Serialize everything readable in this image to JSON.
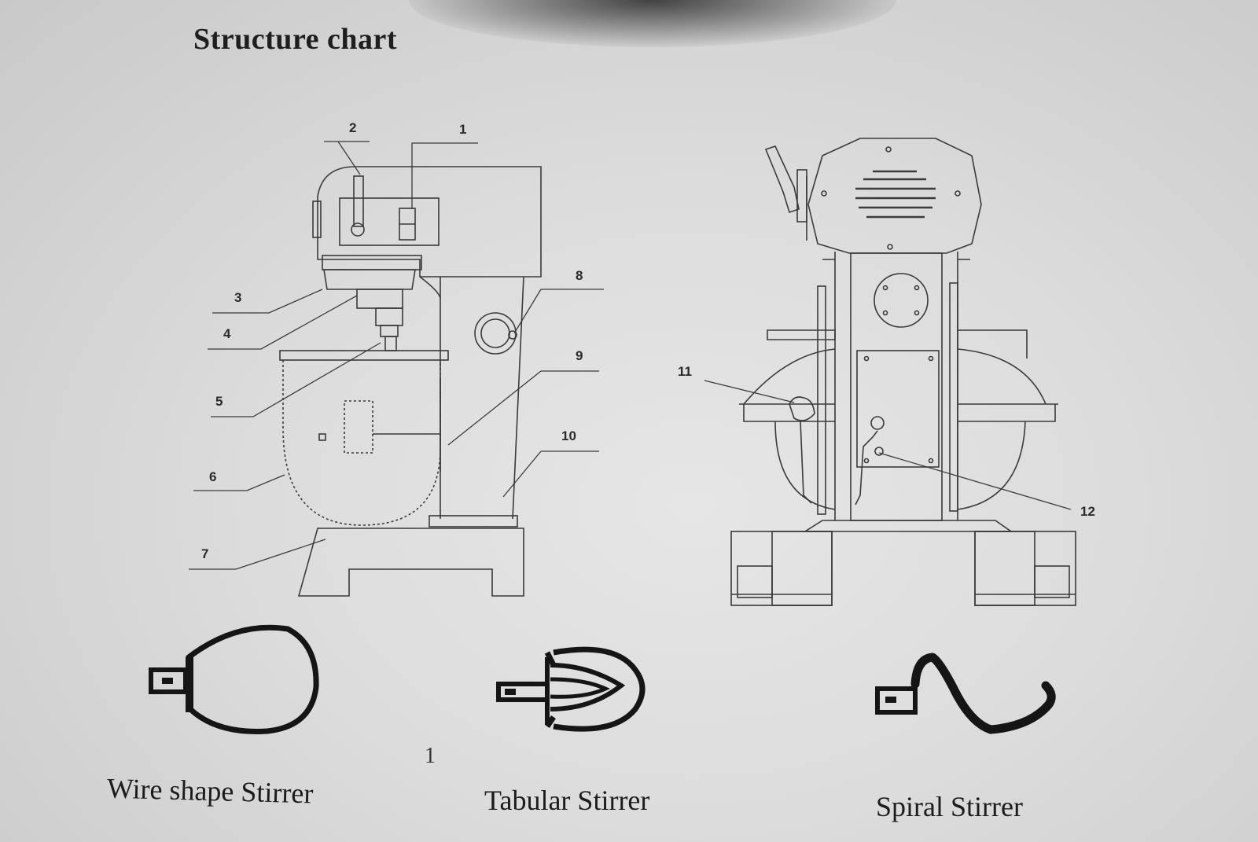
{
  "title": "Structure chart",
  "labels": [
    "1",
    "2",
    "3",
    "4",
    "5",
    "6",
    "7",
    "8",
    "9",
    "10",
    "11",
    "12"
  ],
  "captions": {
    "wire": "Wire shape Stirrer",
    "tabular": "Tabular Stirrer",
    "spiral": "Spiral Stirrer"
  },
  "page_mark": "1"
}
